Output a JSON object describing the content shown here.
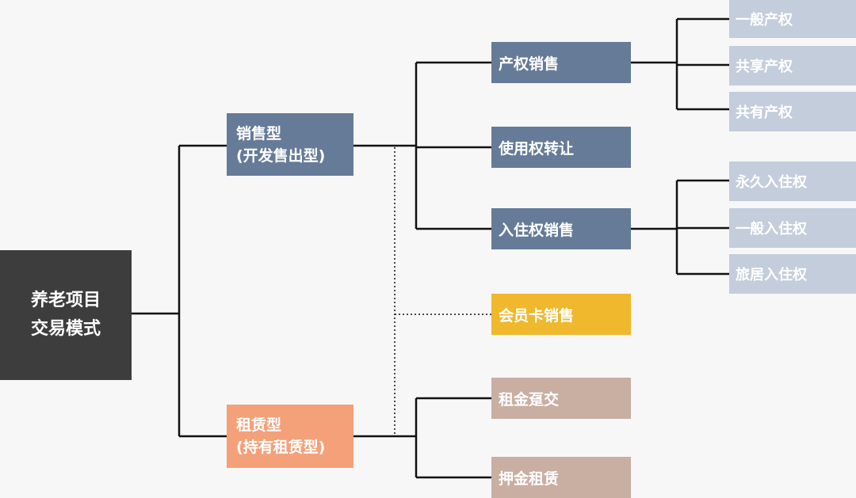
{
  "root": {
    "line1": "养老项目",
    "line2": "交易模式"
  },
  "branches": [
    {
      "line1": "销售型",
      "line2": "(开发售出型)",
      "color": "#657b98"
    },
    {
      "line1": "租赁型",
      "line2": "(持有租赁型)",
      "color": "#f4a079"
    }
  ],
  "modes": [
    {
      "label": "产权销售",
      "color": "#657b98"
    },
    {
      "label": "使用权转让",
      "color": "#657b98"
    },
    {
      "label": "入住权销售",
      "color": "#657b98"
    },
    {
      "label": "会员卡销售",
      "color": "#efb82d"
    },
    {
      "label": "租金趸交",
      "color": "#c9aea2"
    },
    {
      "label": "押金租赁",
      "color": "#c9aea2"
    }
  ],
  "property_rights": [
    {
      "label": "一般产权"
    },
    {
      "label": "共享产权"
    },
    {
      "label": "共有产权"
    }
  ],
  "residency_rights": [
    {
      "label": "永久入住权"
    },
    {
      "label": "一般入住权"
    },
    {
      "label": "旅居入住权"
    }
  ],
  "leaf_color": "#c4cddb",
  "line_color": "#111111"
}
